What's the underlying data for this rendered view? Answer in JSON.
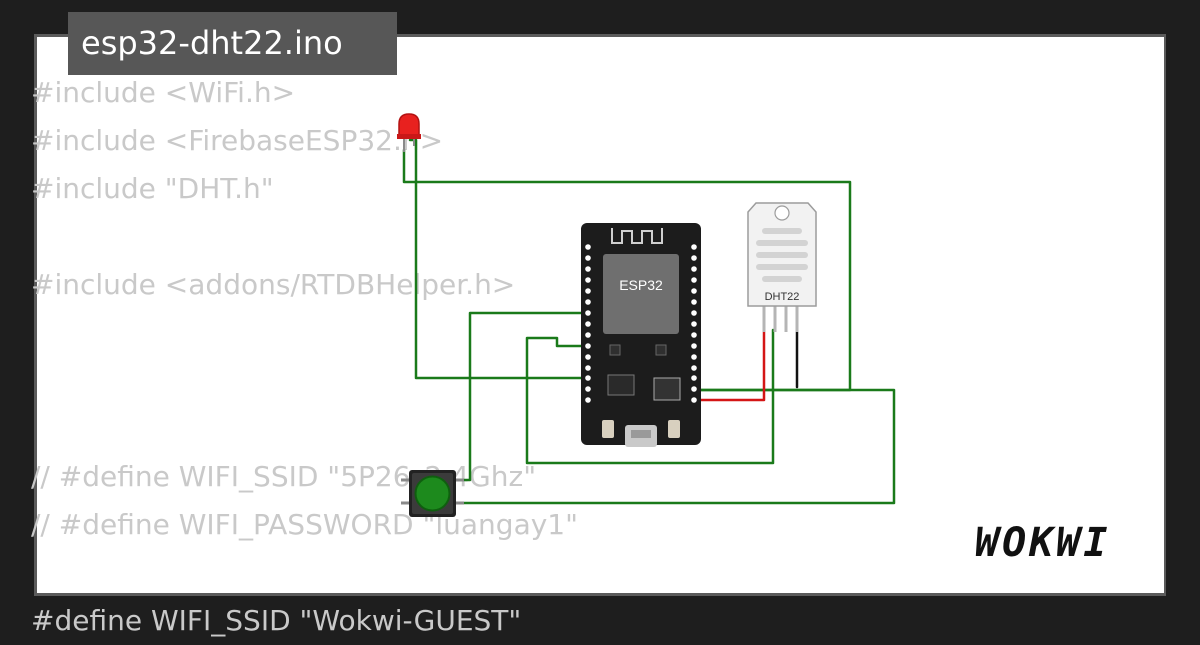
{
  "window": {
    "title": "esp32-dht22.ino"
  },
  "code": {
    "lines": [
      "#include <WiFi.h>",
      "#include <FirebaseESP32.h>",
      "#include \"DHT.h\"",
      "",
      "#include <addons/RTDBHelper.h>",
      "",
      "",
      "",
      "// #define WIFI_SSID \"5P26_2.4Ghz\"",
      "// #define WIFI_PASSWORD \"luangay1\"",
      "",
      "#define WIFI_SSID \"Wokwi-GUEST\""
    ]
  },
  "components": {
    "board_label": "ESP32",
    "sensor_label": "DHT22"
  },
  "brand": {
    "logo_text": "WOKWI"
  },
  "colors": {
    "wire_green": "#1a7a1a",
    "wire_red": "#d41515",
    "wire_black": "#111111",
    "board": "#1c1c1c",
    "led": "#e8211f",
    "button_cap": "#1d8a1d"
  }
}
